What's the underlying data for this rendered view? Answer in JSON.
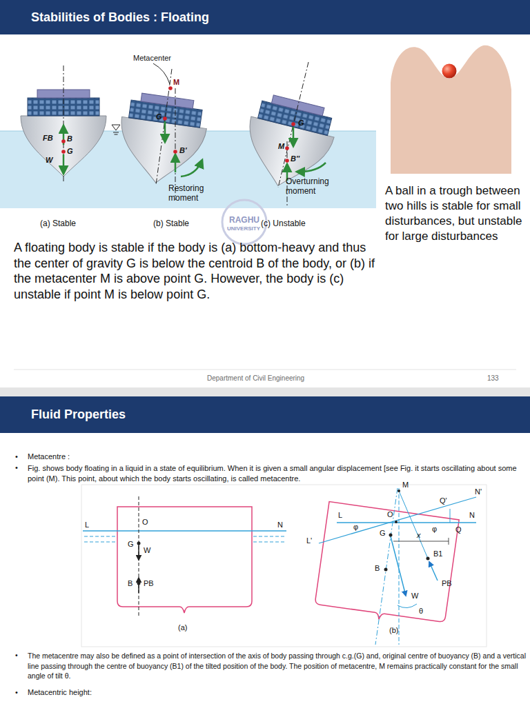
{
  "diagram": {
    "nodes": [
      {
        "text": [
          "Stabilities of Bodies : Floating"
        ]
      },
      {
        "text": [
          "Fluid Properties"
        ]
      }
    ],
    "labels": [
      "Metacenter",
      "M",
      "FB",
      "B",
      "G",
      "W",
      "G",
      "B'",
      "Restoring moment",
      "M",
      "G",
      "B''",
      "Overturning moment",
      "(a) Stable",
      "(b) Stable",
      "(c) Unstable",
      "RAGHU",
      "UNIVERSITY",
      "A floating body is stable if the body is (a) bottom-heavy and thus the center of gravity G is below the centroid B of the body, or (b) if the metacenter M is above point G. However, the body is (c) unstable if point M is below point G.",
      "A ball in a trough between two hills is stable for small disturbances, but unstable for large disturbances",
      "Department of Civil Engineering",
      "133",
      "•",
      "Metacentre :",
      "•",
      "Fig. shows body floating in a liquid in a state of equilibrium. When it is given a small angular displacement [see Fig. it starts oscillating about some point (M). This point, about which the body starts oscillating, is called metacentre.",
      "L",
      "O",
      "N",
      "G",
      "W",
      "B",
      "PB",
      "(a)",
      "M",
      "Q'",
      "N'",
      "L",
      "O",
      "φ",
      "φ",
      "N",
      "Q",
      "L'",
      "G",
      "x",
      "B",
      "B1",
      "PB",
      "W",
      "θ",
      "(b)",
      "•",
      "The metacentre may also be defined as a point of intersection of the axis of body passing through c.g.(G) and, original centre of buoyancy (B) and a vertical line passing through the centre of buoyancy (B1) of the tilted position of the body. The position of metacentre, M remains practically constant for the small angle of tilt θ.",
      "•",
      "Metacentric height:"
    ]
  }
}
